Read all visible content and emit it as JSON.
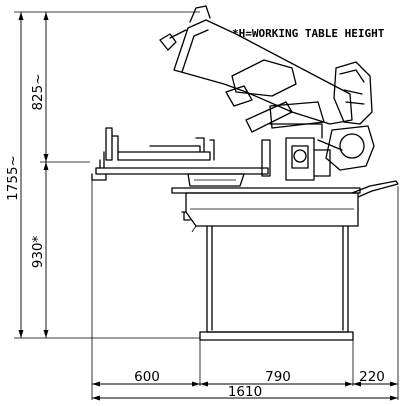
{
  "note": "*H=WORKING TABLE HEIGHT",
  "dimensions": {
    "total_height": "1755~",
    "upper_height": "825~",
    "table_height": "930*",
    "width_left": "600",
    "width_middle": "790",
    "width_right": "220",
    "total_width": "1610"
  }
}
